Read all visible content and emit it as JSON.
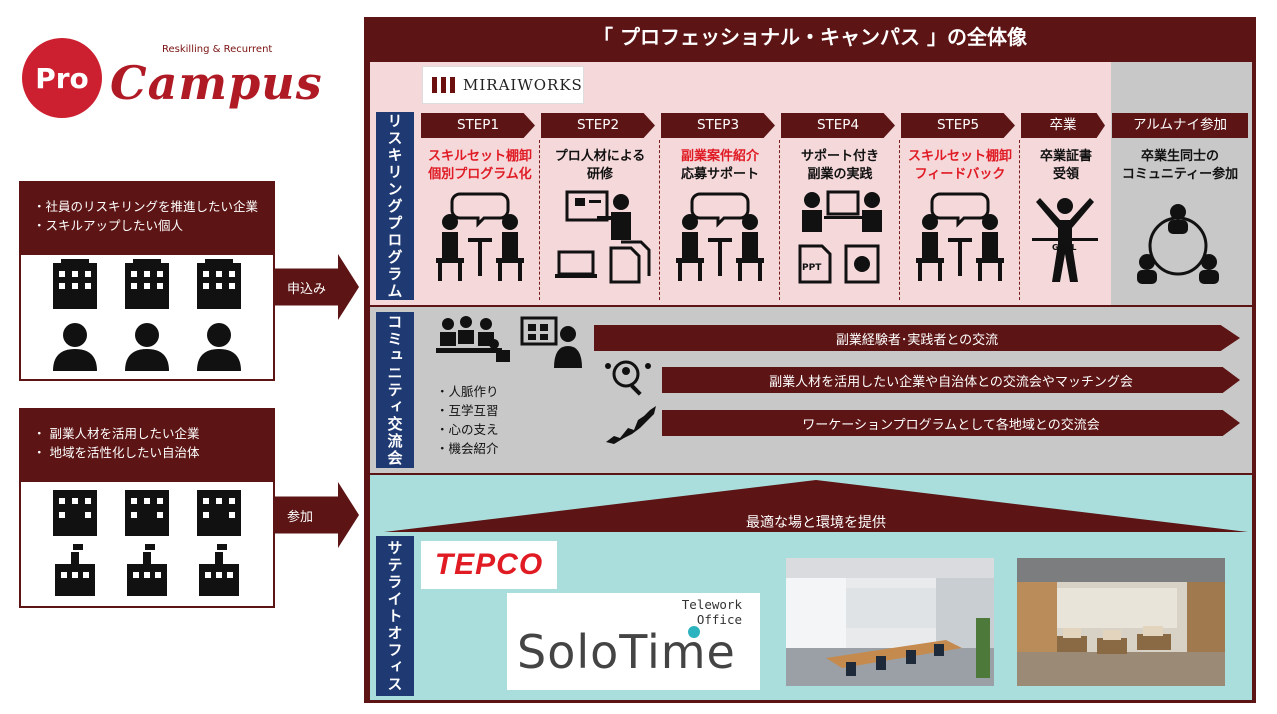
{
  "logo": {
    "mark": "Pro",
    "word": "Campus",
    "tagline": "Reskilling & Recurrent"
  },
  "left": {
    "box1": {
      "lines": [
        "・社員のリスキリングを推進したい企業",
        "・スキルアップしたい個人"
      ],
      "arrow": "申込み"
    },
    "box2": {
      "lines": [
        "・ 副業人材を活用したい企業",
        "・ 地域を活性化したい自治体"
      ],
      "arrow": "参加"
    }
  },
  "title": "「 プロフェッショナル・キャンパス 」の全体像",
  "miraiworks": "MIRAIWORKS",
  "section_labels": {
    "reskilling": "リスキリングプログラム",
    "community": "コミュニティ交流会",
    "satellite": "サテライトオフィス"
  },
  "steps": [
    {
      "tab": "STEP1",
      "lines": [
        "スキルセット棚卸",
        "個別プログラム化"
      ],
      "red": true
    },
    {
      "tab": "STEP2",
      "lines": [
        "プロ人材による",
        "研修"
      ],
      "red": false
    },
    {
      "tab": "STEP3",
      "lines": [
        "副業案件紹介",
        "応募サポート"
      ],
      "red": "first"
    },
    {
      "tab": "STEP4",
      "lines": [
        "サポート付き",
        "副業の実践"
      ],
      "red": false
    },
    {
      "tab": "STEP5",
      "lines": [
        "スキルセット棚卸",
        "フィードバック"
      ],
      "red": true
    },
    {
      "tab": "卒業",
      "lines": [
        "卒業証書",
        "受領"
      ],
      "red": false
    },
    {
      "tab": "アルムナイ参加",
      "lines": [
        "卒業生同士の",
        "コミュニティー参加"
      ],
      "red": false
    }
  ],
  "icons": {
    "goal": "GOAL",
    "ppt": "PPT"
  },
  "community": {
    "bullets": [
      "・人脈作り",
      "・互学互習",
      "・心の支え",
      "・機会紹介"
    ],
    "bands": [
      "副業経験者･実践者との交流",
      "副業人材を活用したい企業や自治体との交流会やマッチング会",
      "ワーケーションプログラムとして各地域との交流会"
    ]
  },
  "satellite": {
    "banner": "最適な場と環境を提供",
    "tepco": "TEPCO",
    "solotime_top1": "Telework",
    "solotime_top2": "Office",
    "solotime_main": "SoloTime"
  }
}
